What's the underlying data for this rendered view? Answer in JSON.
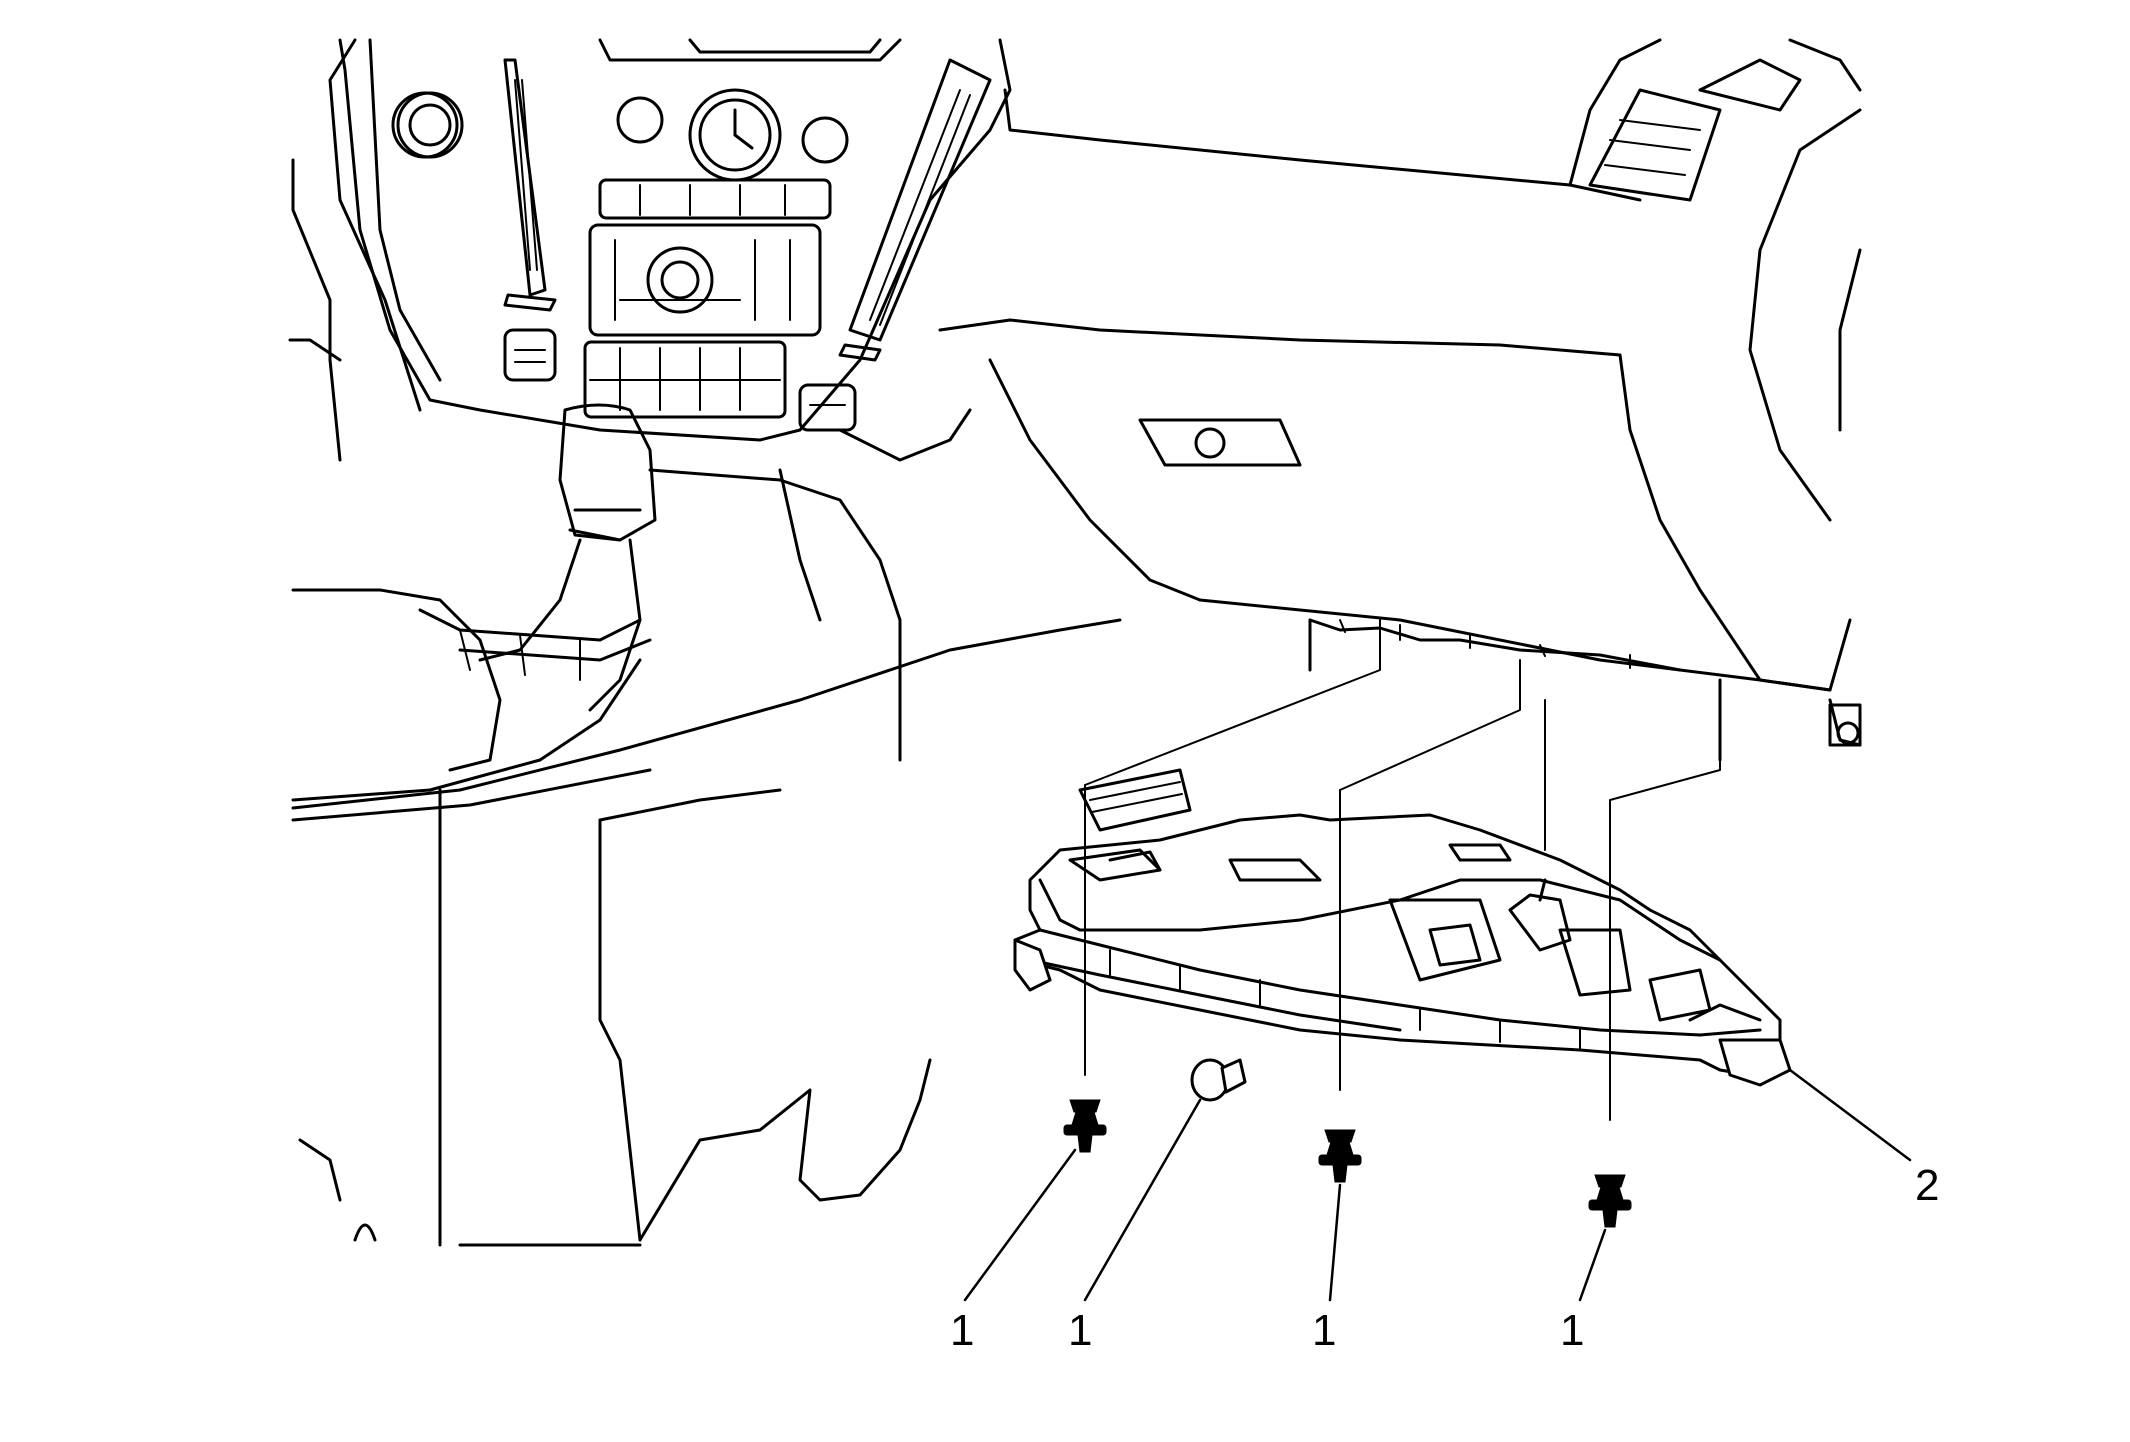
{
  "callouts": {
    "fastener_a": "1",
    "fastener_b": "1",
    "fastener_c": "1",
    "fastener_d": "1",
    "panel": "2"
  },
  "colors": {
    "line": "#000000",
    "background": "#ffffff"
  }
}
